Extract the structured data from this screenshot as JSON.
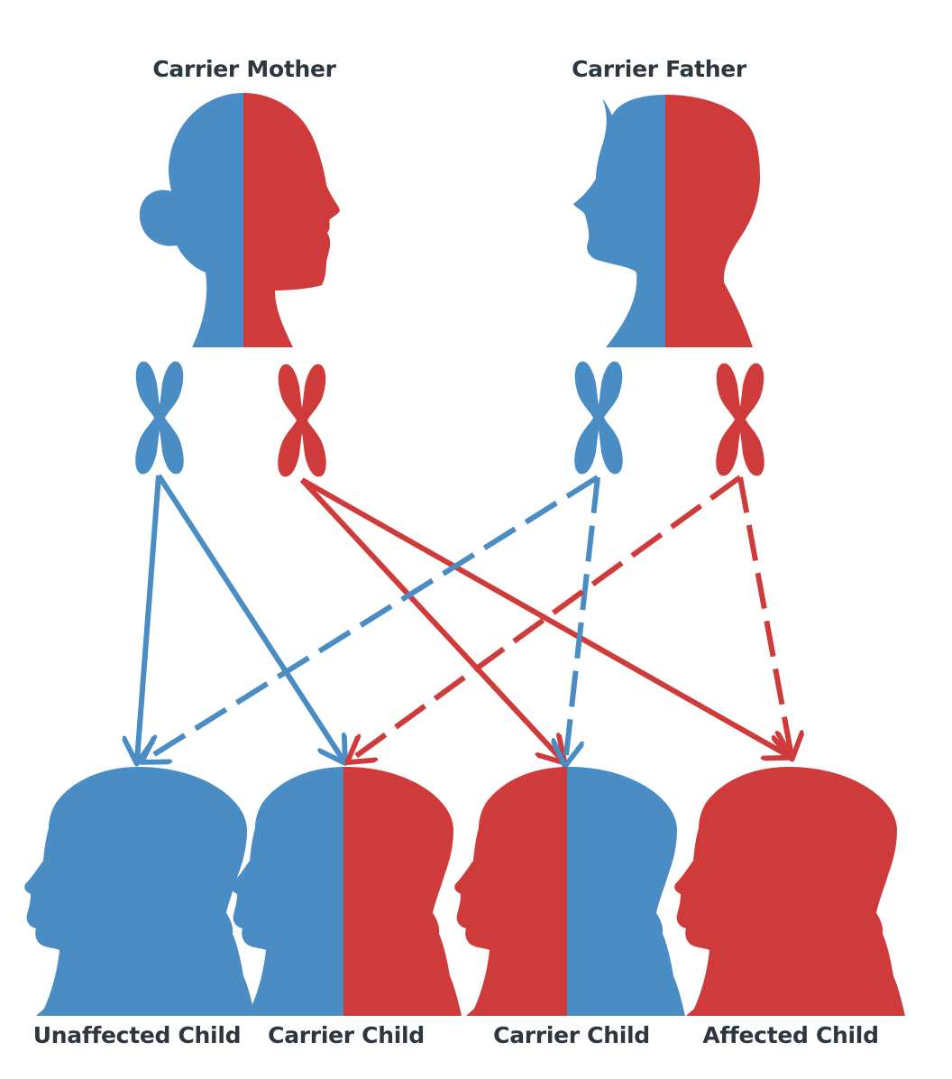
{
  "colors": {
    "healthy": "#4a8cc4",
    "affected": "#cf3b3a",
    "text": "#2e3640"
  },
  "parents": {
    "mother": {
      "label": "Carrier Mother",
      "left_allele": "healthy",
      "right_allele": "affected"
    },
    "father": {
      "label": "Carrier Father",
      "left_allele": "healthy",
      "right_allele": "affected"
    }
  },
  "children": [
    {
      "label": "Unaffected Child",
      "left_allele": "healthy",
      "right_allele": "healthy"
    },
    {
      "label": "Carrier Child",
      "left_allele": "healthy",
      "right_allele": "affected"
    },
    {
      "label": "Carrier Child",
      "left_allele": "affected",
      "right_allele": "healthy"
    },
    {
      "label": "Affected Child",
      "left_allele": "affected",
      "right_allele": "affected"
    }
  ],
  "inheritance": [
    {
      "from": "mother-healthy",
      "to": 0,
      "style": "solid"
    },
    {
      "from": "mother-healthy",
      "to": 1,
      "style": "solid"
    },
    {
      "from": "mother-affected",
      "to": 2,
      "style": "solid"
    },
    {
      "from": "mother-affected",
      "to": 3,
      "style": "solid"
    },
    {
      "from": "father-healthy",
      "to": 0,
      "style": "dashed"
    },
    {
      "from": "father-healthy",
      "to": 2,
      "style": "dashed"
    },
    {
      "from": "father-affected",
      "to": 1,
      "style": "dashed"
    },
    {
      "from": "father-affected",
      "to": 3,
      "style": "dashed"
    }
  ]
}
